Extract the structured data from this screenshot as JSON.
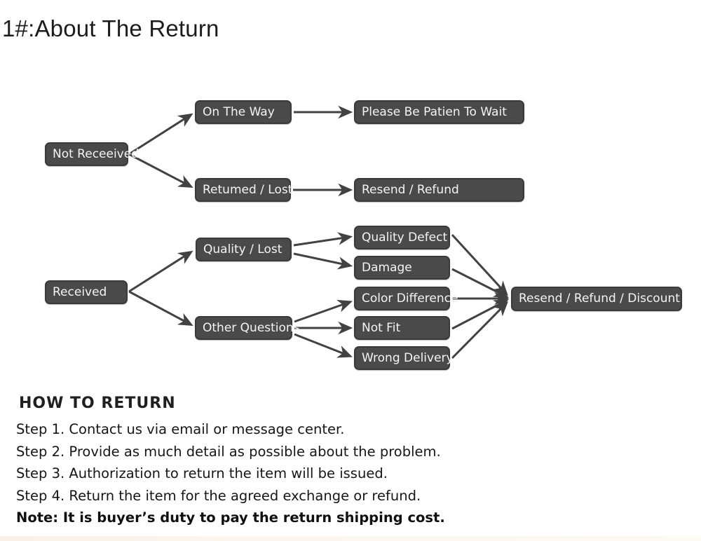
{
  "title": "1#:About The Return",
  "flowchart": {
    "nodes": {
      "not_received": {
        "label": "Not Receeived"
      },
      "on_the_way": {
        "label": "On The Way"
      },
      "returned_lost": {
        "label": "Retumed / Lost"
      },
      "please_wait": {
        "label": "Please Be Patien To Wait"
      },
      "resend_refund": {
        "label": "Resend / Refund"
      },
      "received": {
        "label": "Received"
      },
      "quality_lost": {
        "label": "Quality / Lost"
      },
      "other_questions": {
        "label": "Other Questions"
      },
      "quality_defect": {
        "label": "Quality Defect"
      },
      "damage": {
        "label": "Damage"
      },
      "color_difference": {
        "label": "Color Difference"
      },
      "not_fit": {
        "label": "Not Fit"
      },
      "wrong_delivery": {
        "label": "Wrong Delivery"
      },
      "resend_refund_discount": {
        "label": "Resend / Refund / Discount"
      }
    },
    "edges": [
      {
        "from": "not_received",
        "to": "on_the_way"
      },
      {
        "from": "not_received",
        "to": "returned_lost"
      },
      {
        "from": "on_the_way",
        "to": "please_wait"
      },
      {
        "from": "returned_lost",
        "to": "resend_refund"
      },
      {
        "from": "received",
        "to": "quality_lost"
      },
      {
        "from": "received",
        "to": "other_questions"
      },
      {
        "from": "quality_lost",
        "to": "quality_defect"
      },
      {
        "from": "quality_lost",
        "to": "damage"
      },
      {
        "from": "other_questions",
        "to": "color_difference"
      },
      {
        "from": "other_questions",
        "to": "not_fit"
      },
      {
        "from": "other_questions",
        "to": "wrong_delivery"
      },
      {
        "from": "quality_defect",
        "to": "resend_refund_discount"
      },
      {
        "from": "damage",
        "to": "resend_refund_discount"
      },
      {
        "from": "color_difference",
        "to": "resend_refund_discount"
      },
      {
        "from": "not_fit",
        "to": "resend_refund_discount"
      },
      {
        "from": "wrong_delivery",
        "to": "resend_refund_discount"
      }
    ]
  },
  "how_to_return": {
    "heading": "HOW TO RETURN",
    "steps": [
      "Step 1. Contact us via email or message center.",
      "Step 2. Provide as much detail as possible about the problem.",
      "Step 3. Authorization to return the item will be issued.",
      "Step 4. Return the item for the agreed exchange or refund."
    ],
    "note": "Note: It is buyer’s duty to pay the return shipping cost."
  },
  "colors": {
    "box_fill": "#4a4a4a",
    "box_border": "#3a3a3a",
    "box_text": "#f4f4f4",
    "arrow": "#424242",
    "title_text": "#1c1c1c",
    "body_text": "#161616",
    "bottom_strip": "#fcf6ee",
    "background": "#ffffff"
  }
}
